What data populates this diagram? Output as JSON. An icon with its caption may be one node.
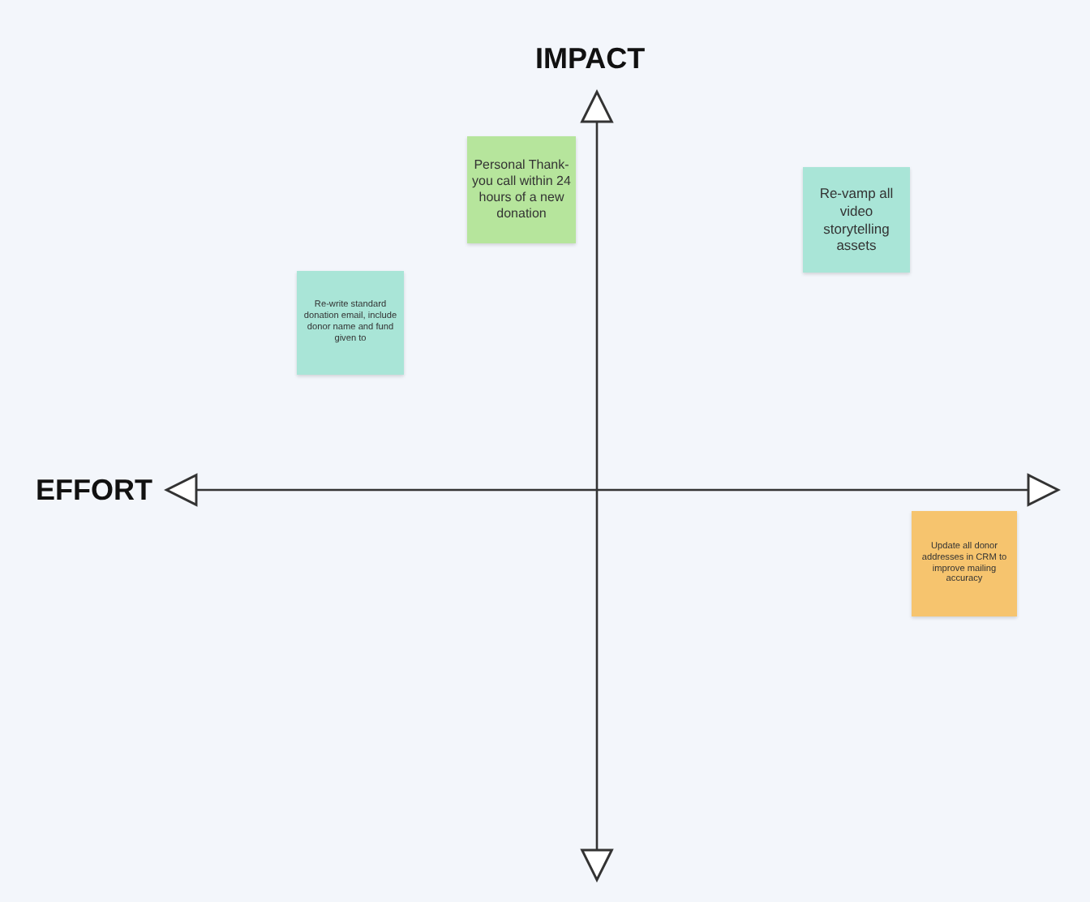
{
  "diagram": {
    "nodes": [
      {
        "text": [
          "Personal Thank-you call within 24 hours of a new donation"
        ]
      },
      {
        "text": [
          "Re-vamp all video storytelling assets"
        ]
      },
      {
        "text": [
          "Re-write standard donation email, include donor name and fund given to"
        ]
      },
      {
        "text": [
          "Update all donor addresses in CRM to improve mailing accuracy"
        ]
      }
    ],
    "labels": [
      "IMPACT",
      "EFFORT"
    ]
  }
}
